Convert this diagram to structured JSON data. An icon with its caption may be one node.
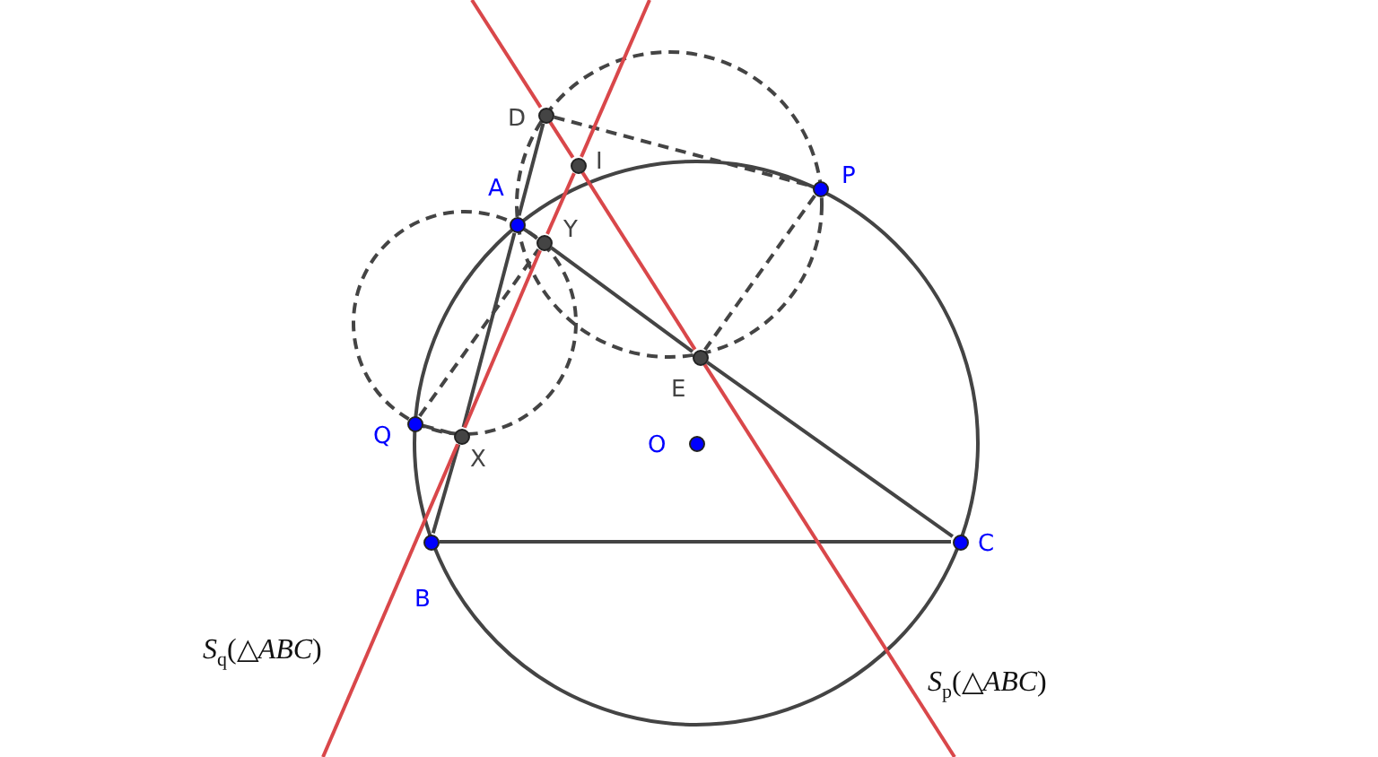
{
  "diagram": {
    "nodes": [
      {
        "text": [],
        "shape": "circle",
        "beside": [
          "D"
        ]
      },
      {
        "text": [],
        "shape": "circle",
        "beside": [
          "I"
        ]
      },
      {
        "text": [],
        "shape": "circle",
        "beside": [
          "A"
        ]
      },
      {
        "text": [],
        "shape": "circle",
        "beside": [
          "Y"
        ]
      },
      {
        "text": [],
        "shape": "circle",
        "beside": [
          "P"
        ]
      },
      {
        "text": [],
        "shape": "circle",
        "beside": [
          "Q"
        ]
      },
      {
        "text": [],
        "shape": "circle",
        "beside": [
          "E"
        ]
      },
      {
        "text": [],
        "shape": "circle",
        "beside": [
          "X"
        ]
      },
      {
        "text": [],
        "shape": "circle",
        "beside": [
          "O"
        ]
      },
      {
        "text": [],
        "shape": "circle",
        "beside": [
          "B"
        ]
      },
      {
        "text": [],
        "shape": "circle",
        "beside": [
          "C"
        ]
      }
    ],
    "edges": [
      {
        "from": 0,
        "to": 2,
        "arrow": "none"
      },
      {
        "from": 2,
        "to": 7,
        "arrow": "none"
      },
      {
        "from": 7,
        "to": 9,
        "arrow": "none"
      },
      {
        "from": 9,
        "to": 10,
        "arrow": "none"
      },
      {
        "from": 2,
        "to": 3,
        "arrow": "none"
      },
      {
        "from": 3,
        "to": 6,
        "arrow": "none"
      },
      {
        "from": 6,
        "to": 10,
        "arrow": "none"
      },
      {
        "from": 0,
        "to": 4,
        "arrow": "none",
        "style": "dashed"
      },
      {
        "from": 4,
        "to": 6,
        "arrow": "none",
        "style": "dashed"
      },
      {
        "from": 5,
        "to": 7,
        "arrow": "none",
        "style": "dashed"
      },
      {
        "from": 5,
        "to": 3,
        "arrow": "none",
        "style": "dashed"
      },
      {
        "from": null,
        "to": 7,
        "arrow": "none",
        "color": "#d9474a"
      },
      {
        "from": 7,
        "to": 3,
        "arrow": "none",
        "color": "#d9474a"
      },
      {
        "from": 3,
        "to": 1,
        "arrow": "none",
        "color": "#d9474a"
      },
      {
        "from": 1,
        "to": null,
        "arrow": "none",
        "color": "#d9474a"
      },
      {
        "from": null,
        "to": 0,
        "arrow": "none",
        "color": "#d9474a"
      },
      {
        "from": 0,
        "to": 1,
        "arrow": "none",
        "color": "#d9474a"
      },
      {
        "from": 1,
        "to": 6,
        "arrow": "none",
        "color": "#d9474a"
      },
      {
        "from": 6,
        "to": null,
        "arrow": "none",
        "color": "#d9474a"
      }
    ],
    "labels": [
      "*S*$_{q}$(△*ABC*)",
      "*S*$_{p}$(△*ABC*)"
    ]
  }
}
